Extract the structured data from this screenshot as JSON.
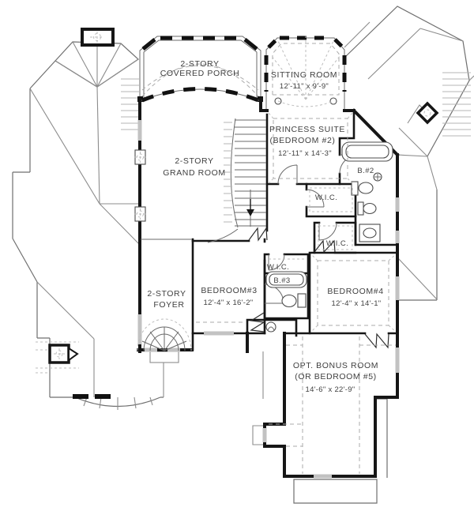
{
  "drawing": {
    "type": "second floor plan"
  },
  "colors": {
    "wall": "#161616",
    "roof_line": "#8c8c8c",
    "label": "#3f3f3f",
    "background": "#ffffff"
  },
  "rooms": {
    "covered_porch": {
      "lines": [
        "2-STORY",
        "COVERED PORCH"
      ]
    },
    "sitting_room": {
      "lines": [
        "SITTING ROOM",
        "12'-11\" x 9'-9\""
      ]
    },
    "princess_suite": {
      "lines": [
        "PRINCESS SUITE",
        "(BEDROOM #2)",
        "12'-11\" x 14'-3\""
      ]
    },
    "bath_2": {
      "lines": [
        "B.#2"
      ]
    },
    "wic_princess": {
      "lines": [
        "W.I.C."
      ]
    },
    "grand_room": {
      "lines": [
        "2-STORY",
        "GRAND ROOM"
      ]
    },
    "wic_hall": {
      "lines": [
        "W.I.C."
      ]
    },
    "wic_bedroom3": {
      "lines": [
        "W.I.C."
      ]
    },
    "bath_3": {
      "lines": [
        "B.#3"
      ]
    },
    "foyer": {
      "lines": [
        "2-STORY",
        "FOYER"
      ]
    },
    "bedroom_3": {
      "lines": [
        "BEDROOM#3",
        "12'-4\" x 16'-2\""
      ]
    },
    "bedroom_4": {
      "lines": [
        "BEDROOM#4",
        "12'-4\" x 14'-1\""
      ]
    },
    "bonus_room": {
      "lines": [
        "OPT. BONUS ROOM",
        "(OR BEDROOM #5)",
        "14'-6\" x 22'-9\""
      ]
    }
  }
}
